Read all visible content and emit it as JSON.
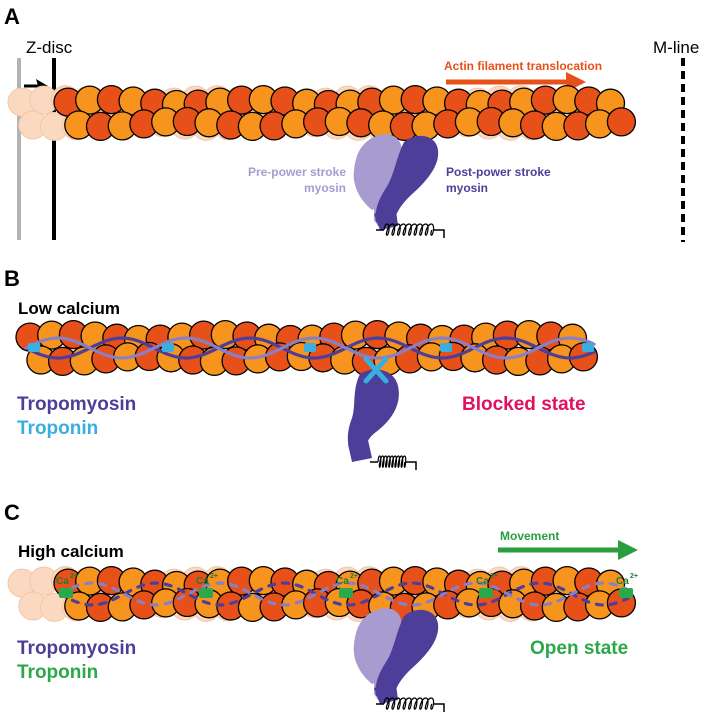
{
  "panels": {
    "a": {
      "letter": "A",
      "zdisc_label": "Z-disc",
      "mline_label": "M-line",
      "arrow_label": "Actin filament translocation",
      "pre_stroke_label_1": "Pre-power stroke",
      "pre_stroke_label_2": "myosin",
      "post_stroke_label_1": "Post-power stroke",
      "post_stroke_label_2": "myosin"
    },
    "b": {
      "letter": "B",
      "condition": "Low calcium",
      "tropomyosin_label": "Tropomyosin",
      "troponin_label": "Troponin",
      "state_label": "Blocked state"
    },
    "c": {
      "letter": "C",
      "condition": "High calcium",
      "arrow_label": "Movement",
      "tropomyosin_label": "Tropomyosin",
      "troponin_label": "Troponin",
      "state_label": "Open state",
      "calcium_label": "Ca",
      "calcium_charge": "2+"
    }
  },
  "colors": {
    "actin_dark": "#e8501a",
    "actin_light": "#f7941d",
    "actin_ghost": "#fbd9c0",
    "tropomyosin": "#4d3f99",
    "tropomyosin_light": "#8b7fc4",
    "troponin_blue": "#3aaee0",
    "troponin_green": "#2aa84a",
    "myosin_post": "#4d3f99",
    "myosin_pre": "#a79bd0",
    "blocked_red": "#e0115f",
    "arrow_orange": "#e8501a",
    "movement_green": "#2a9d3f",
    "zdisc_grey": "#b3b3b3"
  }
}
